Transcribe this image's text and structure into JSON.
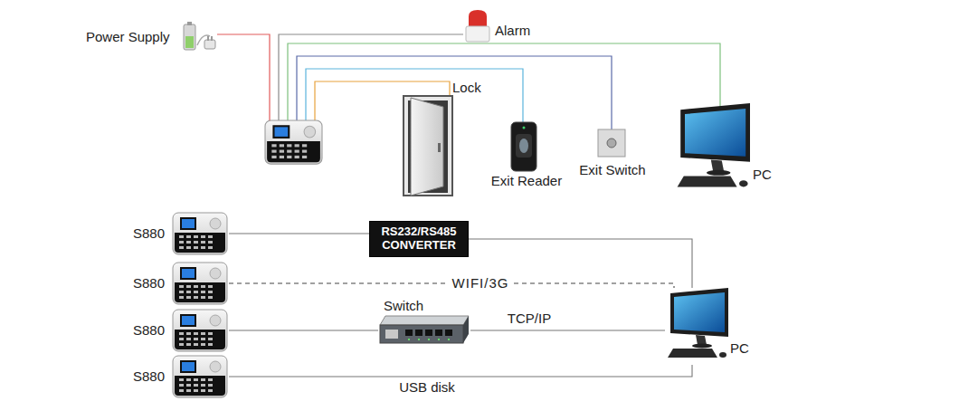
{
  "diagram": {
    "nodes": [
      {
        "text": [
          "S880"
        ]
      },
      {
        "text": [
          "RS232/RS485 CONVERTER"
        ]
      },
      {
        "text": [
          "S880"
        ]
      },
      {
        "text": [
          "S880"
        ]
      },
      {
        "text": [
          "Switch"
        ]
      },
      {
        "text": [
          "S880"
        ]
      },
      {
        "text": [
          "PC"
        ]
      }
    ],
    "edges": [
      {
        "from": 0,
        "to": 1,
        "arrow": "none"
      },
      {
        "from": 1,
        "to": 6,
        "arrow": "none"
      },
      {
        "from": 2,
        "to": 6,
        "label": "WIFI/3G",
        "arrow": "none"
      },
      {
        "from": 3,
        "to": 4,
        "arrow": "none"
      },
      {
        "from": 4,
        "to": 6,
        "label": "TCP/IP",
        "arrow": "none"
      },
      {
        "from": 5,
        "to": 6,
        "label": "USB disk",
        "arrow": "none"
      }
    ],
    "labels": [
      "Power Supply",
      "Alarm",
      "Lock",
      "Exit Reader",
      "Exit Switch",
      "PC"
    ]
  }
}
